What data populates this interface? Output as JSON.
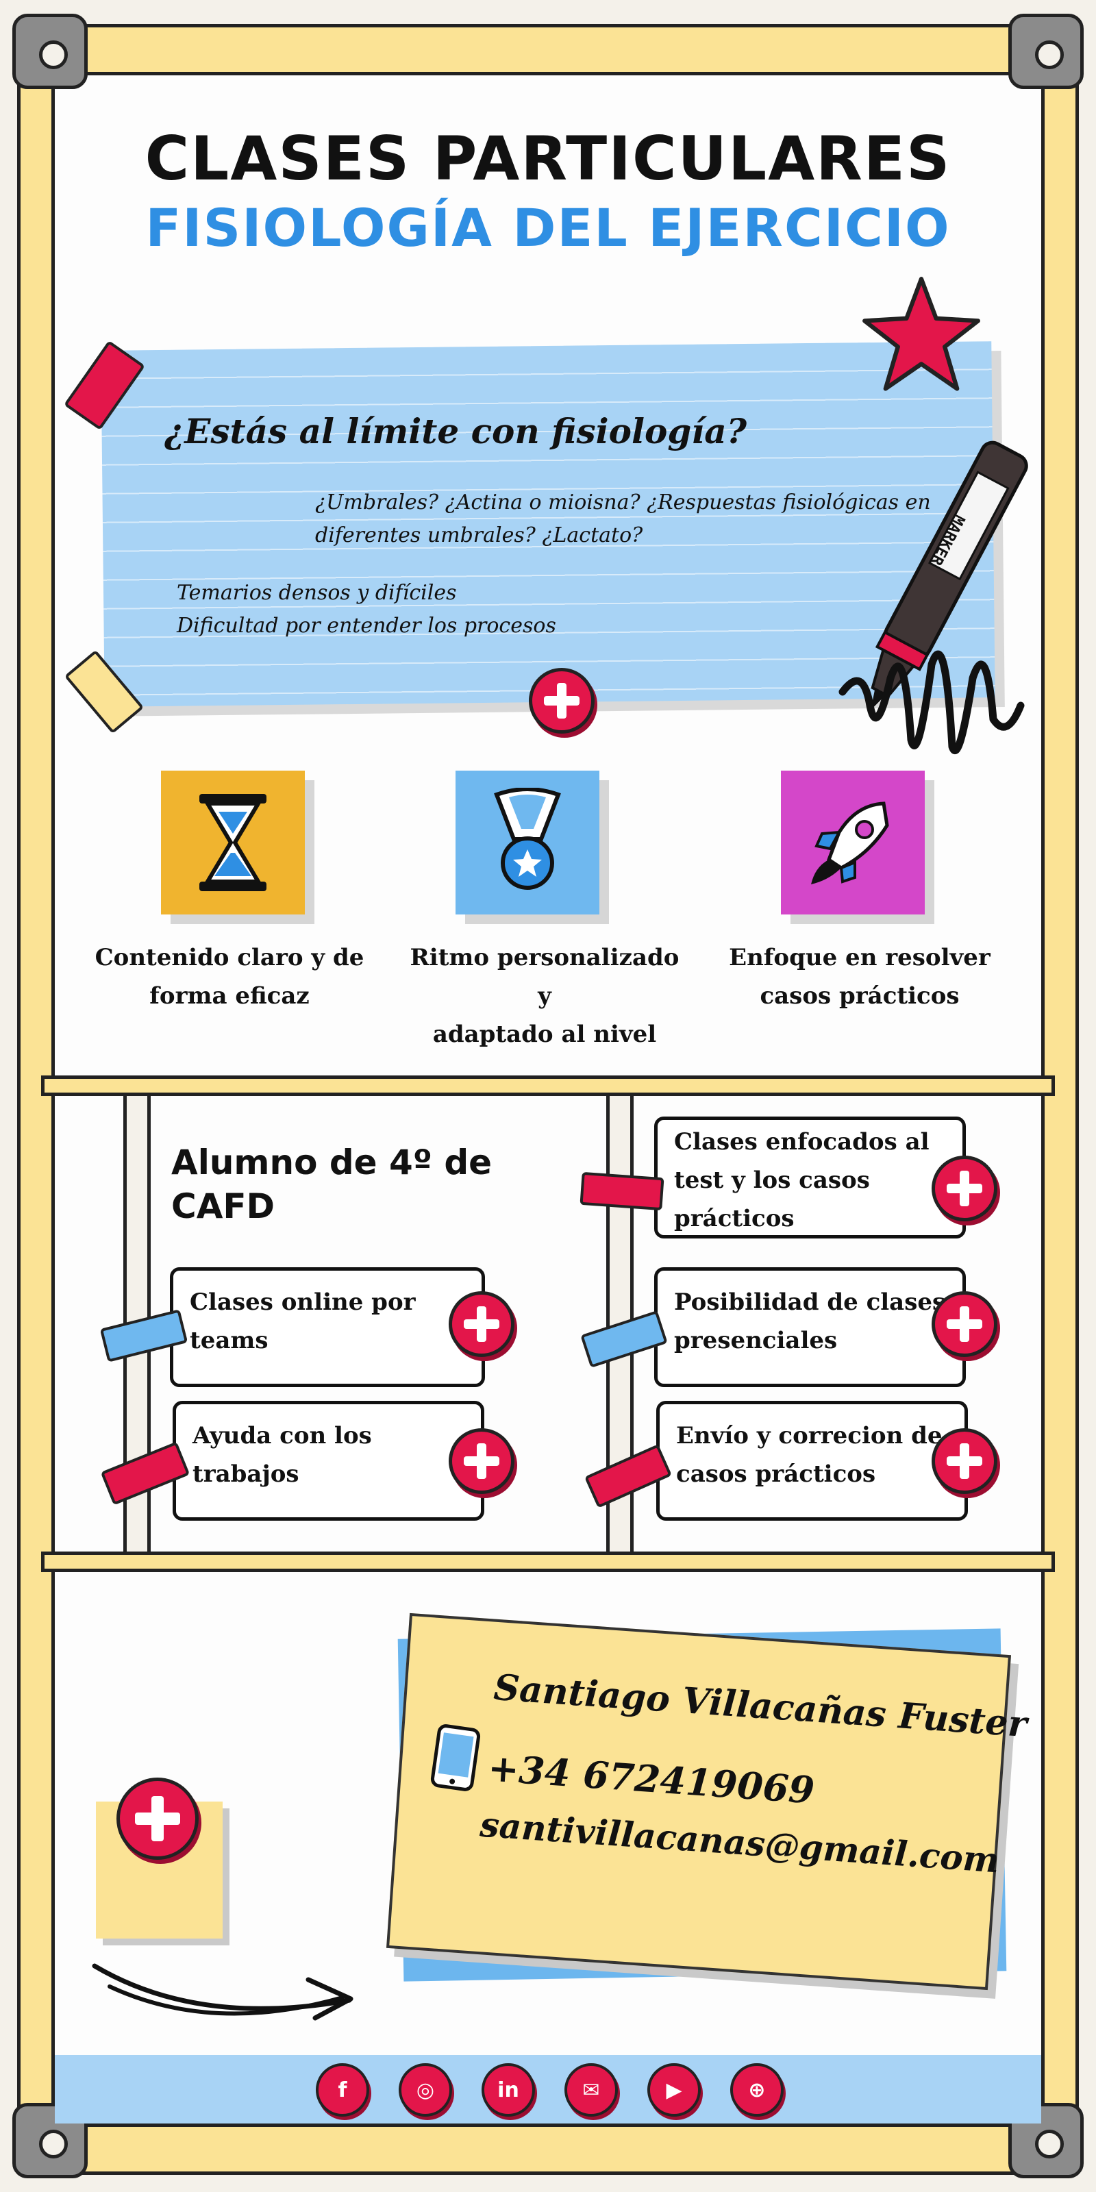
{
  "header": {
    "title": "CLASES PARTICULARES",
    "subtitle": "FISIOLOGÍA DEL EJERCICIO"
  },
  "intro": {
    "question": "¿Estás al límite con fisiología?",
    "topics": "¿Umbrales? ¿Actina o mioisna? ¿Respuestas fisiológicas en diferentes umbrales? ¿Lactato?",
    "pains": [
      "Temarios densos y difíciles",
      "Dificultad por entender los procesos"
    ],
    "marker_label": "MARKER"
  },
  "features": [
    {
      "icon": "hourglass-icon",
      "color": "#f0b42f",
      "text_1": "Contenido claro y de",
      "text_2": "forma eficaz"
    },
    {
      "icon": "medal-icon",
      "color": "#6fb8ef",
      "text_1": "Ritmo personalizado y",
      "text_2": "adaptado al nivel"
    },
    {
      "icon": "rocket-icon",
      "color": "#d447c9",
      "text_1": "Enfoque en resolver",
      "text_2": "casos prácticos"
    }
  ],
  "services": {
    "heading": "Alumno de 4º de CAFD",
    "left_cards": [
      {
        "text_1": "Clases online por",
        "text_2": "teams"
      },
      {
        "text_1": "Ayuda con los",
        "text_2": "trabajos"
      }
    ],
    "right_cards": [
      {
        "text_1": "Clases enfocados al",
        "text_2": "test y los casos",
        "text_3": "prácticos"
      },
      {
        "text_1": "Posibilidad de clases",
        "text_2": "presenciales"
      },
      {
        "text_1": "Envío y correcion de",
        "text_2": "casos prácticos"
      }
    ]
  },
  "contact": {
    "name": "Santiago Villacañas Fuster",
    "phone": "+34 672419069",
    "email": "santivillacanas@gmail.com"
  },
  "social": [
    {
      "icon": "facebook-icon",
      "glyph": "f"
    },
    {
      "icon": "instagram-icon",
      "glyph": "◎"
    },
    {
      "icon": "linkedin-icon",
      "glyph": "in"
    },
    {
      "icon": "mail-icon",
      "glyph": "✉"
    },
    {
      "icon": "youtube-icon",
      "glyph": "▶"
    },
    {
      "icon": "globe-icon",
      "glyph": "⊕"
    }
  ],
  "colors": {
    "accent_red": "#e3164a",
    "accent_blue": "#2f8fe3",
    "frame_yellow": "#fbe395",
    "note_blue": "#a8d3f5"
  }
}
